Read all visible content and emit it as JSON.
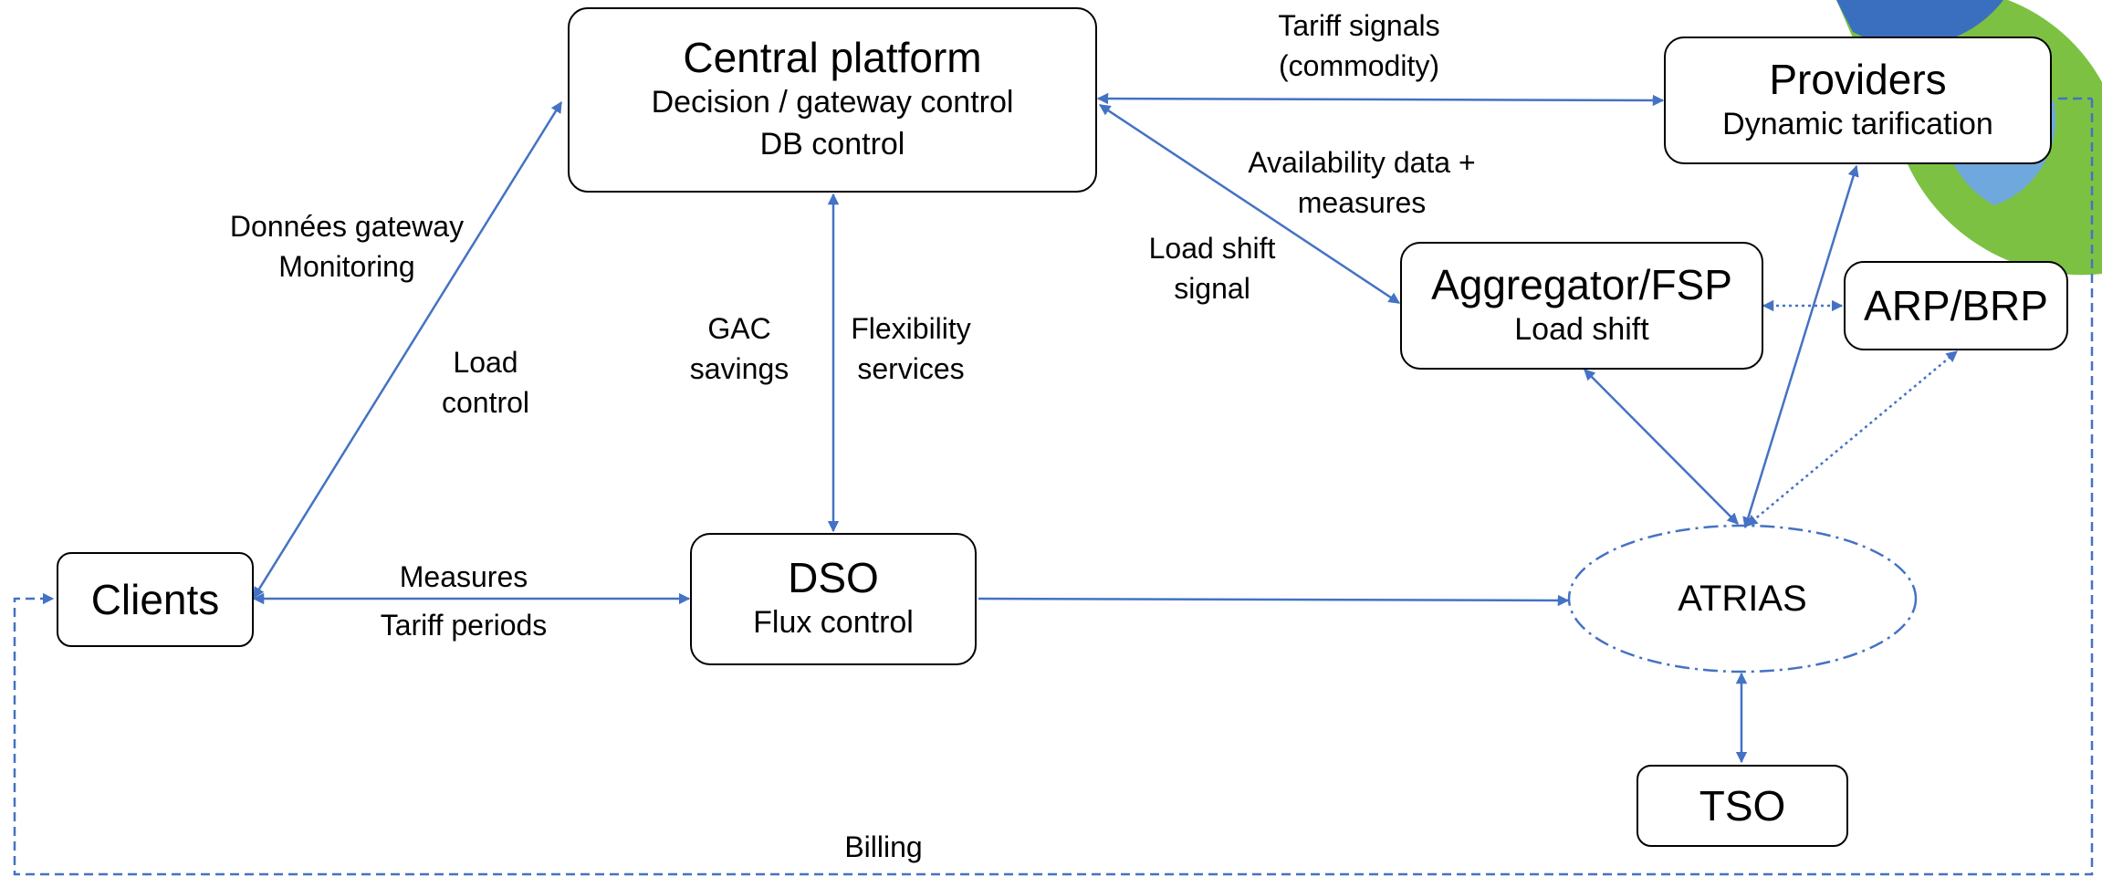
{
  "colors": {
    "arrow": "#4472c4",
    "box_border": "#000000",
    "deco_blue_dark": "#3a6fbf",
    "deco_blue_light": "#6fa8dc",
    "deco_green": "#7cc142"
  },
  "nodes": {
    "central": {
      "title": "Central platform",
      "line1": "Decision / gateway control",
      "line2": "DB control"
    },
    "providers": {
      "title": "Providers",
      "line1": "Dynamic tarification"
    },
    "aggregator": {
      "title": "Aggregator/FSP",
      "line1": "Load shift"
    },
    "arp": {
      "title": "ARP/BRP"
    },
    "clients": {
      "title": "Clients"
    },
    "dso": {
      "title": "DSO",
      "line1": "Flux control"
    },
    "atrias": {
      "title": "ATRIAS"
    },
    "tso": {
      "title": "TSO"
    }
  },
  "labels": {
    "tariff_signals": [
      "Tariff signals",
      "(commodity)"
    ],
    "availability": [
      "Availability data +",
      "measures"
    ],
    "load_shift_signal": [
      "Load shift",
      "signal"
    ],
    "donnees_gateway": [
      "Données gateway",
      "Monitoring"
    ],
    "load_control": [
      "Load",
      "control"
    ],
    "gac_savings": [
      "GAC",
      "savings"
    ],
    "flexibility_services": [
      "Flexibility",
      "services"
    ],
    "measures": "Measures",
    "tariff_periods": "Tariff periods",
    "billing": "Billing"
  }
}
